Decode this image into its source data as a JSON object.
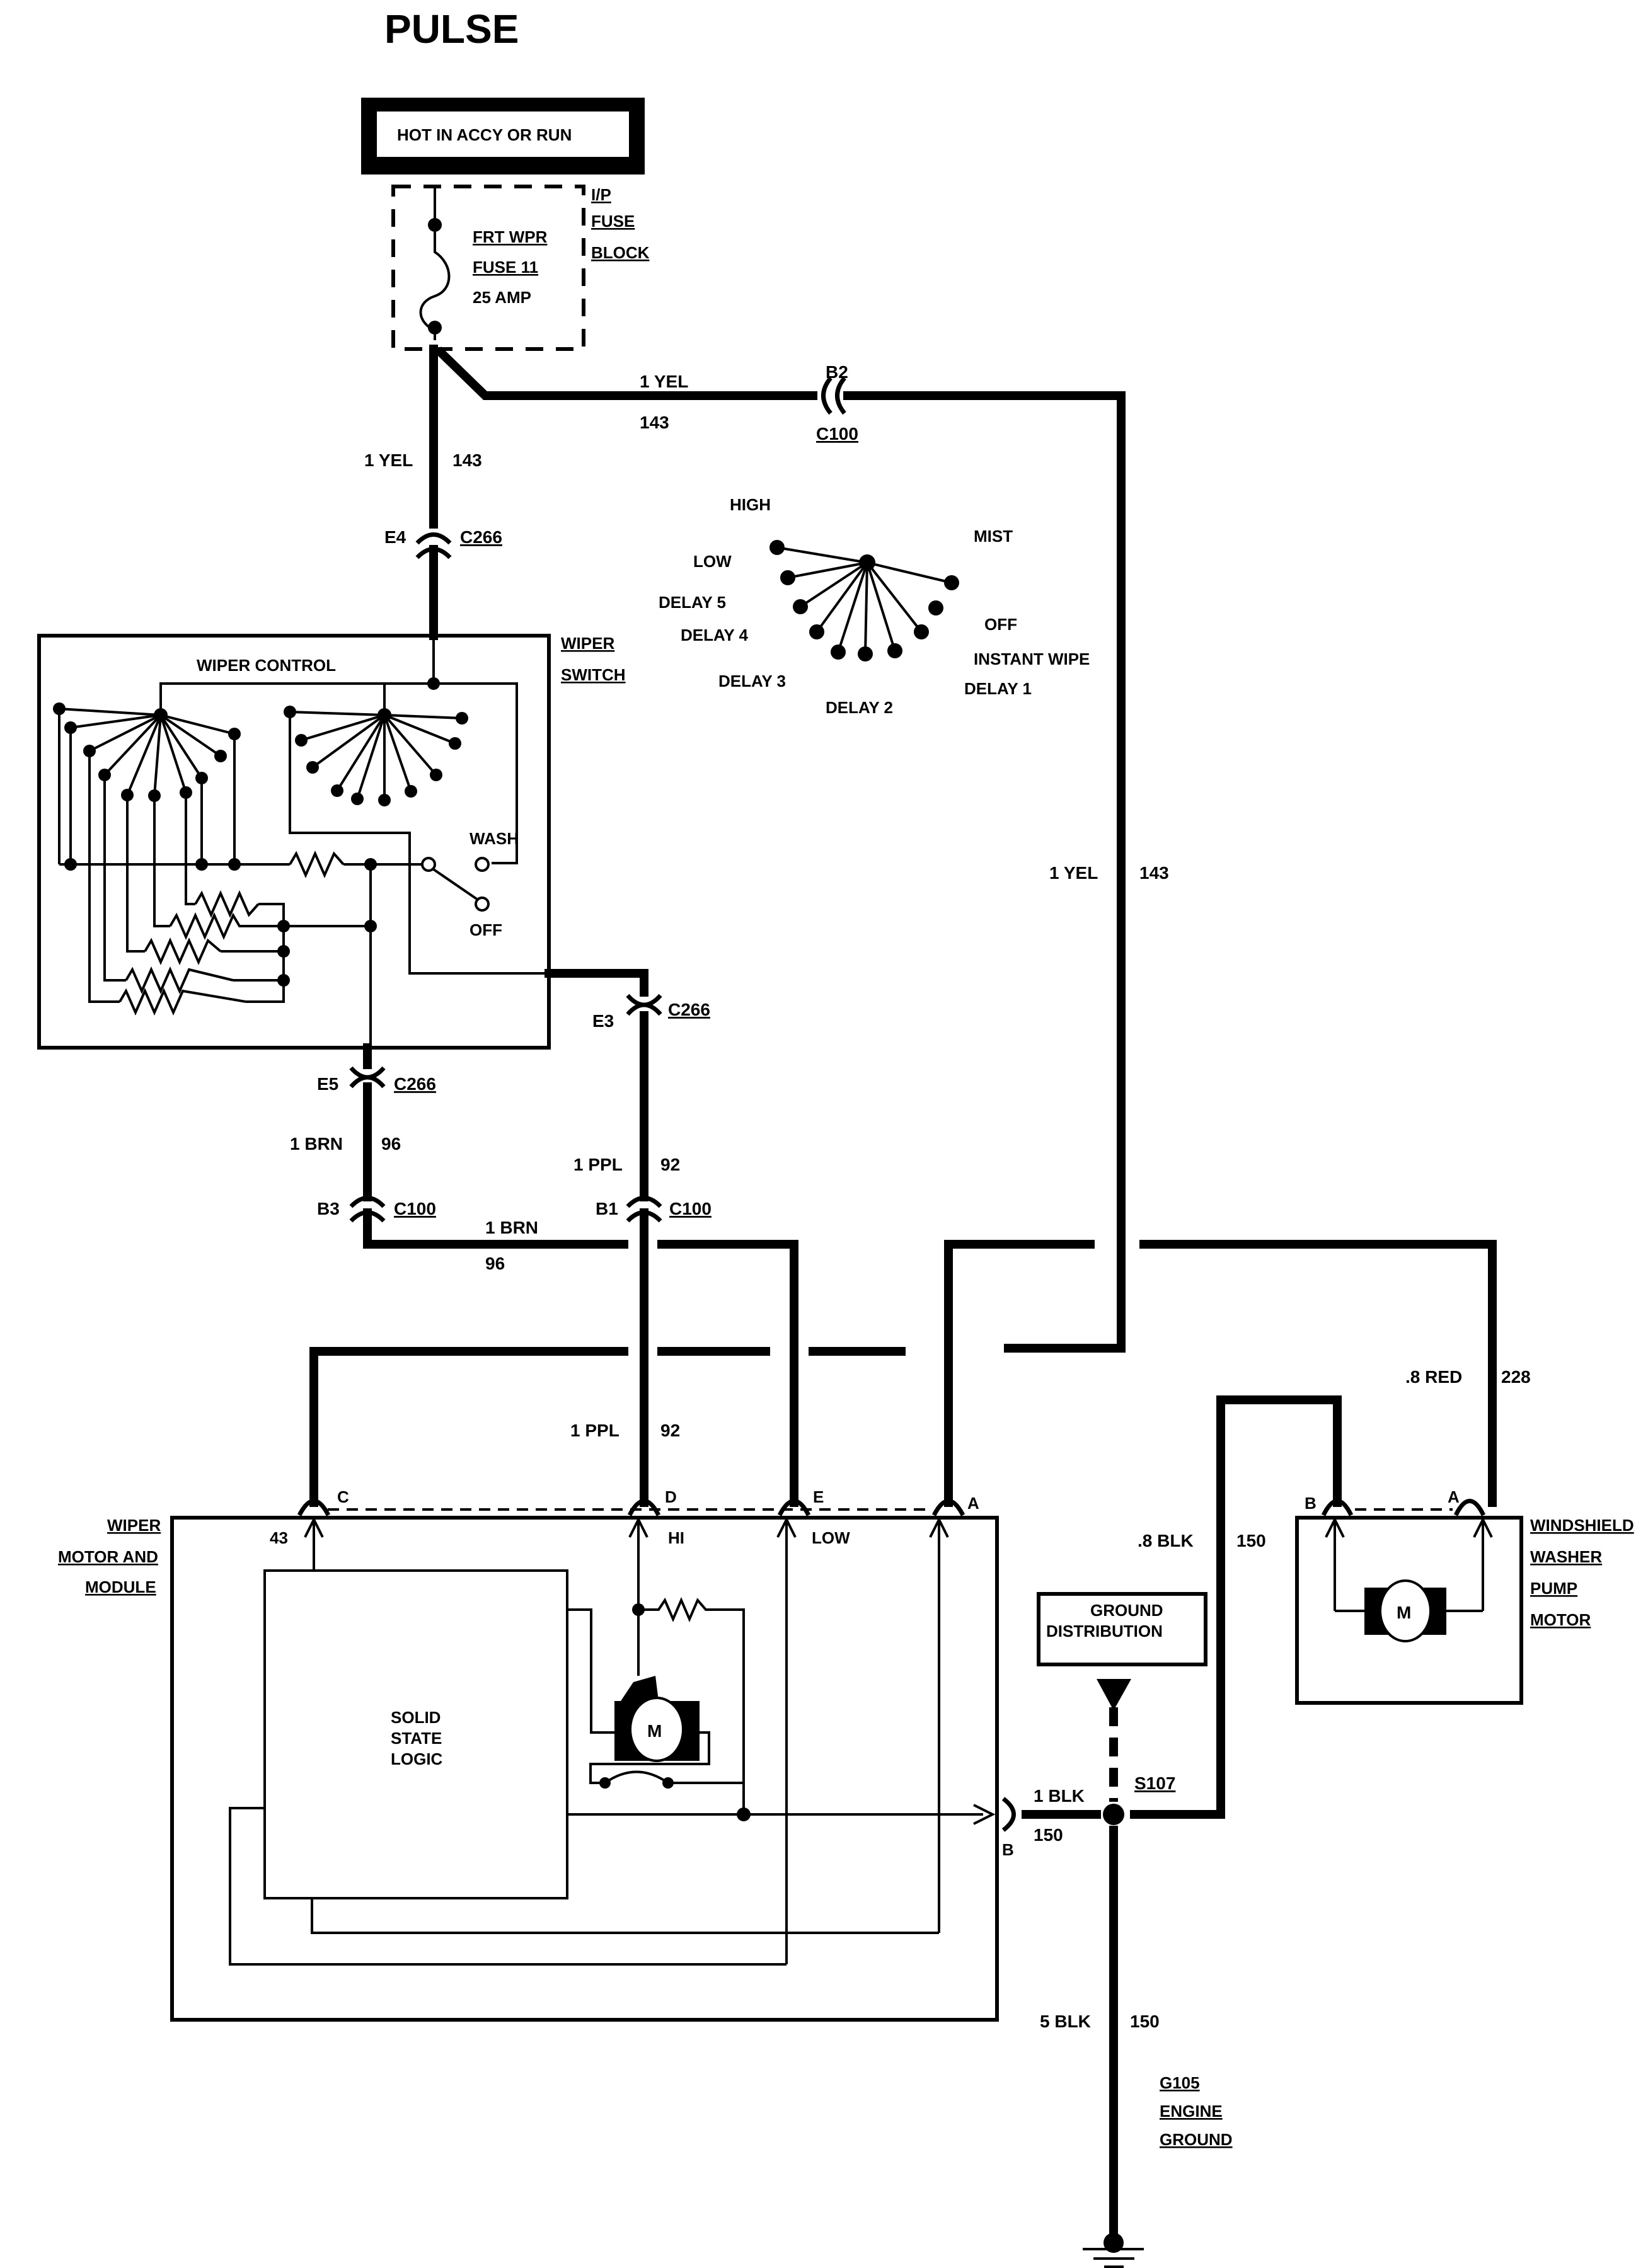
{
  "title": "PULSE",
  "power_source": {
    "label": "HOT IN ACCY OR RUN"
  },
  "fuse_block": {
    "name_lines": [
      "I/P",
      "FUSE",
      "BLOCK"
    ],
    "fuse_lines": [
      "FRT WPR",
      "FUSE 11",
      "25 AMP"
    ]
  },
  "wires": {
    "w143_vertical": {
      "color": "1 YEL",
      "circuit": "143"
    },
    "w143_top": {
      "color": "1 YEL",
      "circuit": "143"
    },
    "w143_right": {
      "color": "1 YEL",
      "circuit": "143"
    },
    "w96_vertical": {
      "color": "1 BRN",
      "circuit": "96"
    },
    "w96_horizontal": {
      "color": "1 BRN",
      "circuit": "96"
    },
    "w92_upper": {
      "color": "1 PPL",
      "circuit": "92"
    },
    "w92_lower": {
      "color": "1 PPL",
      "circuit": "92"
    },
    "w228": {
      "color": ".8 RED",
      "circuit": "228"
    },
    "w150_washer": {
      "color": ".8 BLK",
      "circuit": "150"
    },
    "w150_motor": {
      "color": "1 BLK",
      "circuit": "150"
    },
    "w150_ground": {
      "color": "5 BLK",
      "circuit": "150"
    }
  },
  "connectors": {
    "b2": {
      "pin": "B2",
      "name": "C100"
    },
    "e4": {
      "pin": "E4",
      "name": "C266"
    },
    "e3": {
      "pin": "E3",
      "name": "C266"
    },
    "e5": {
      "pin": "E5",
      "name": "C266"
    },
    "b3": {
      "pin": "B3",
      "name": "C100"
    },
    "b1": {
      "pin": "B1",
      "name": "C100"
    }
  },
  "switch_legend": {
    "positions": [
      "HIGH",
      "LOW",
      "DELAY 5",
      "DELAY 4",
      "DELAY 3",
      "DELAY 2",
      "DELAY 1",
      "INSTANT WIPE",
      "OFF",
      "MIST"
    ]
  },
  "wiper_switch": {
    "name_lines": [
      "WIPER",
      "SWITCH"
    ],
    "inner_label": "WIPER CONTROL",
    "wash_label": "WASH",
    "off_label": "OFF"
  },
  "wiper_motor": {
    "name_lines": [
      "WIPER",
      "MOTOR AND",
      "MODULE"
    ],
    "pins": [
      "C",
      "D",
      "E",
      "A",
      "B"
    ],
    "internal_labels": {
      "c": "43",
      "d": "HI",
      "e": "LOW"
    },
    "logic_lines": [
      "SOLID",
      "STATE",
      "LOGIC"
    ],
    "motor_symbol": "M"
  },
  "washer_pump": {
    "name_lines": [
      "WINDSHIELD",
      "WASHER",
      "PUMP",
      "MOTOR"
    ],
    "pins": [
      "B",
      "A"
    ],
    "motor_symbol": "M"
  },
  "ground_distribution": {
    "lines": [
      "GROUND",
      "DISTRIBUTION"
    ]
  },
  "splice": {
    "name": "S107"
  },
  "ground": {
    "name_lines": [
      "G105",
      "ENGINE",
      "GROUND"
    ]
  }
}
